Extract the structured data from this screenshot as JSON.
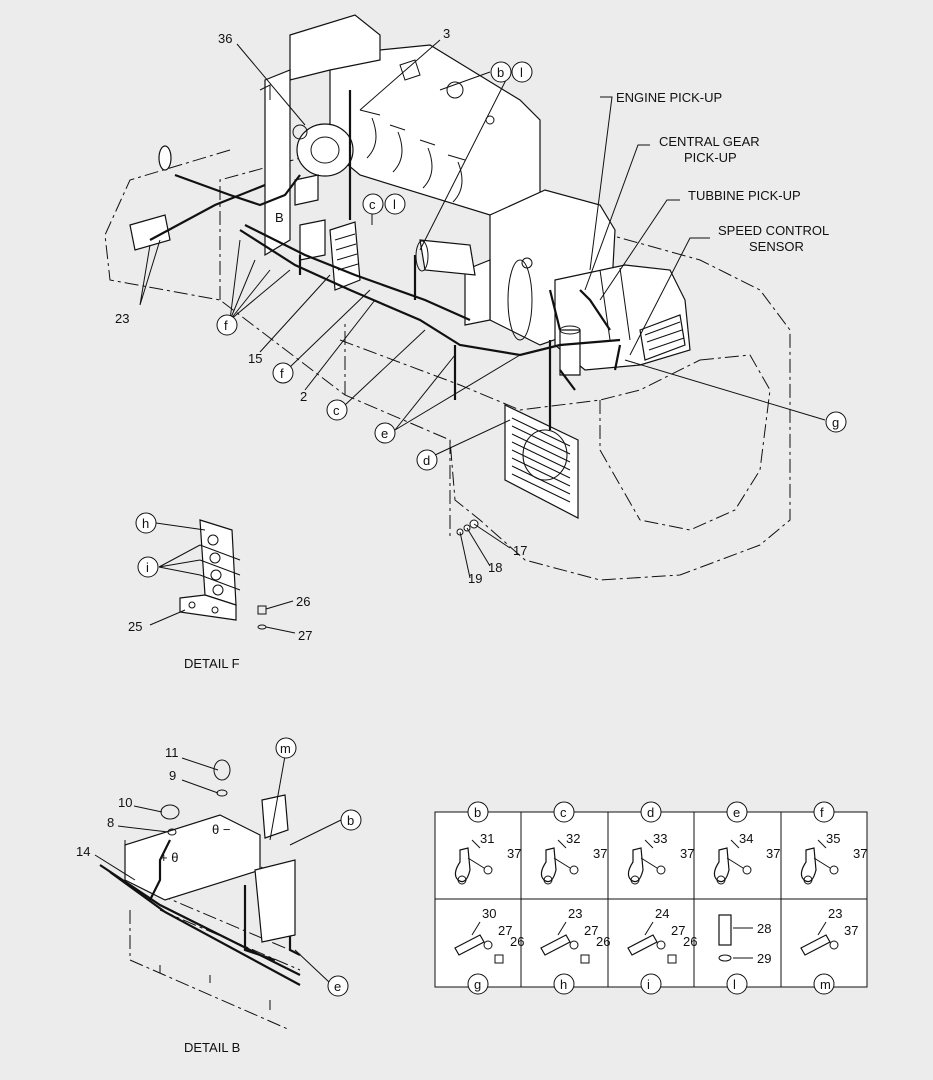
{
  "labels": {
    "engine_pickup": "ENGINE PICK-UP",
    "central_gear_1": "CENTRAL GEAR",
    "central_gear_2": "PICK-UP",
    "turbine_pickup": "TUBBINE PICK-UP",
    "speed_control_1": "SPEED CONTROL",
    "speed_control_2": "SENSOR",
    "detail_f": "DETAIL F",
    "detail_b": "DETAIL B"
  },
  "main_numbers": {
    "n36": "36",
    "n3": "3",
    "n23": "23",
    "n15": "15",
    "n2": "2",
    "n17": "17",
    "n18": "18",
    "n19": "19",
    "nB": "B"
  },
  "main_letters": {
    "b": "b",
    "l1": "l",
    "c": "c",
    "l2": "l",
    "f1": "f",
    "f2": "f",
    "c2": "c",
    "e": "e",
    "d": "d",
    "g": "g"
  },
  "detail_f": {
    "h": "h",
    "i": "i",
    "n26": "26",
    "n25": "25",
    "n27": "27"
  },
  "detail_b": {
    "m": "m",
    "b": "b",
    "e": "e",
    "n11": "11",
    "n9": "9",
    "n10": "10",
    "n8": "8",
    "n14": "14"
  },
  "table": {
    "top_row": [
      {
        "letter": "b",
        "part": "31",
        "nut": "37"
      },
      {
        "letter": "c",
        "part": "32",
        "nut": "37"
      },
      {
        "letter": "d",
        "part": "33",
        "nut": "37"
      },
      {
        "letter": "e",
        "part": "34",
        "nut": "37"
      },
      {
        "letter": "f",
        "part": "35",
        "nut": "37"
      }
    ],
    "bottom_row": [
      {
        "letter": "g",
        "a": "30",
        "b": "27",
        "c": "26"
      },
      {
        "letter": "h",
        "a": "23",
        "b": "27",
        "c": "26"
      },
      {
        "letter": "i",
        "a": "24",
        "b": "27",
        "c": "26"
      },
      {
        "letter": "l",
        "a": "28",
        "b": "29",
        "c": ""
      },
      {
        "letter": "m",
        "a": "23",
        "b": "37",
        "c": ""
      }
    ]
  }
}
